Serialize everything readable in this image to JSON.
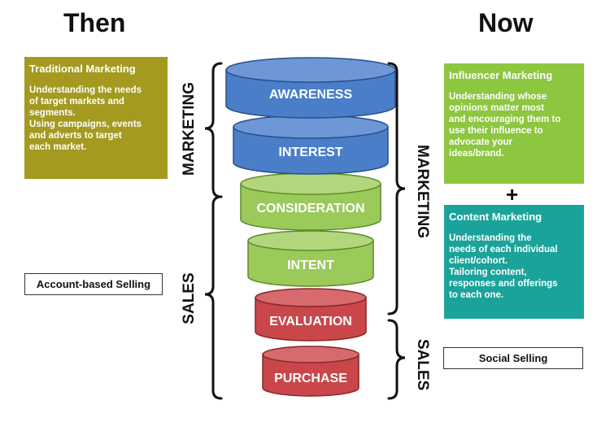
{
  "then_heading": "Then",
  "now_heading": "Now",
  "traditional": {
    "title": "Traditional Marketing",
    "body": "Understanding the needs\nof target markets and\nsegments.\nUsing campaigns, events\nand adverts to target\neach market."
  },
  "influencer": {
    "title": "Influencer Marketing",
    "body": "Understanding whose\nopinions matter most\nand encouraging them to\nuse their influence to\nadvocate your\nideas/brand."
  },
  "content": {
    "title": "Content Marketing",
    "body": "Understanding the\nneeds of each individual\nclient/cohort.\nTailoring content,\nresponses and offerings\nto each one."
  },
  "plus": "+",
  "account_based": "Account-based Selling",
  "social_selling": "Social Selling",
  "left_marketing": "MARKETING",
  "left_sales": "SALES",
  "right_marketing": "MARKETING",
  "right_sales": "SALES",
  "stages": [
    "AWARENESS",
    "INTEREST",
    "CONSIDERATION",
    "INTENT",
    "EVALUATION",
    "PURCHASE"
  ],
  "colors": {
    "olive": "#a39a1f",
    "green_box": "#8dc63f",
    "teal": "#1aa39a",
    "blue": "#4a7ec9",
    "green": "#9bc95a",
    "red": "#c9474a"
  }
}
